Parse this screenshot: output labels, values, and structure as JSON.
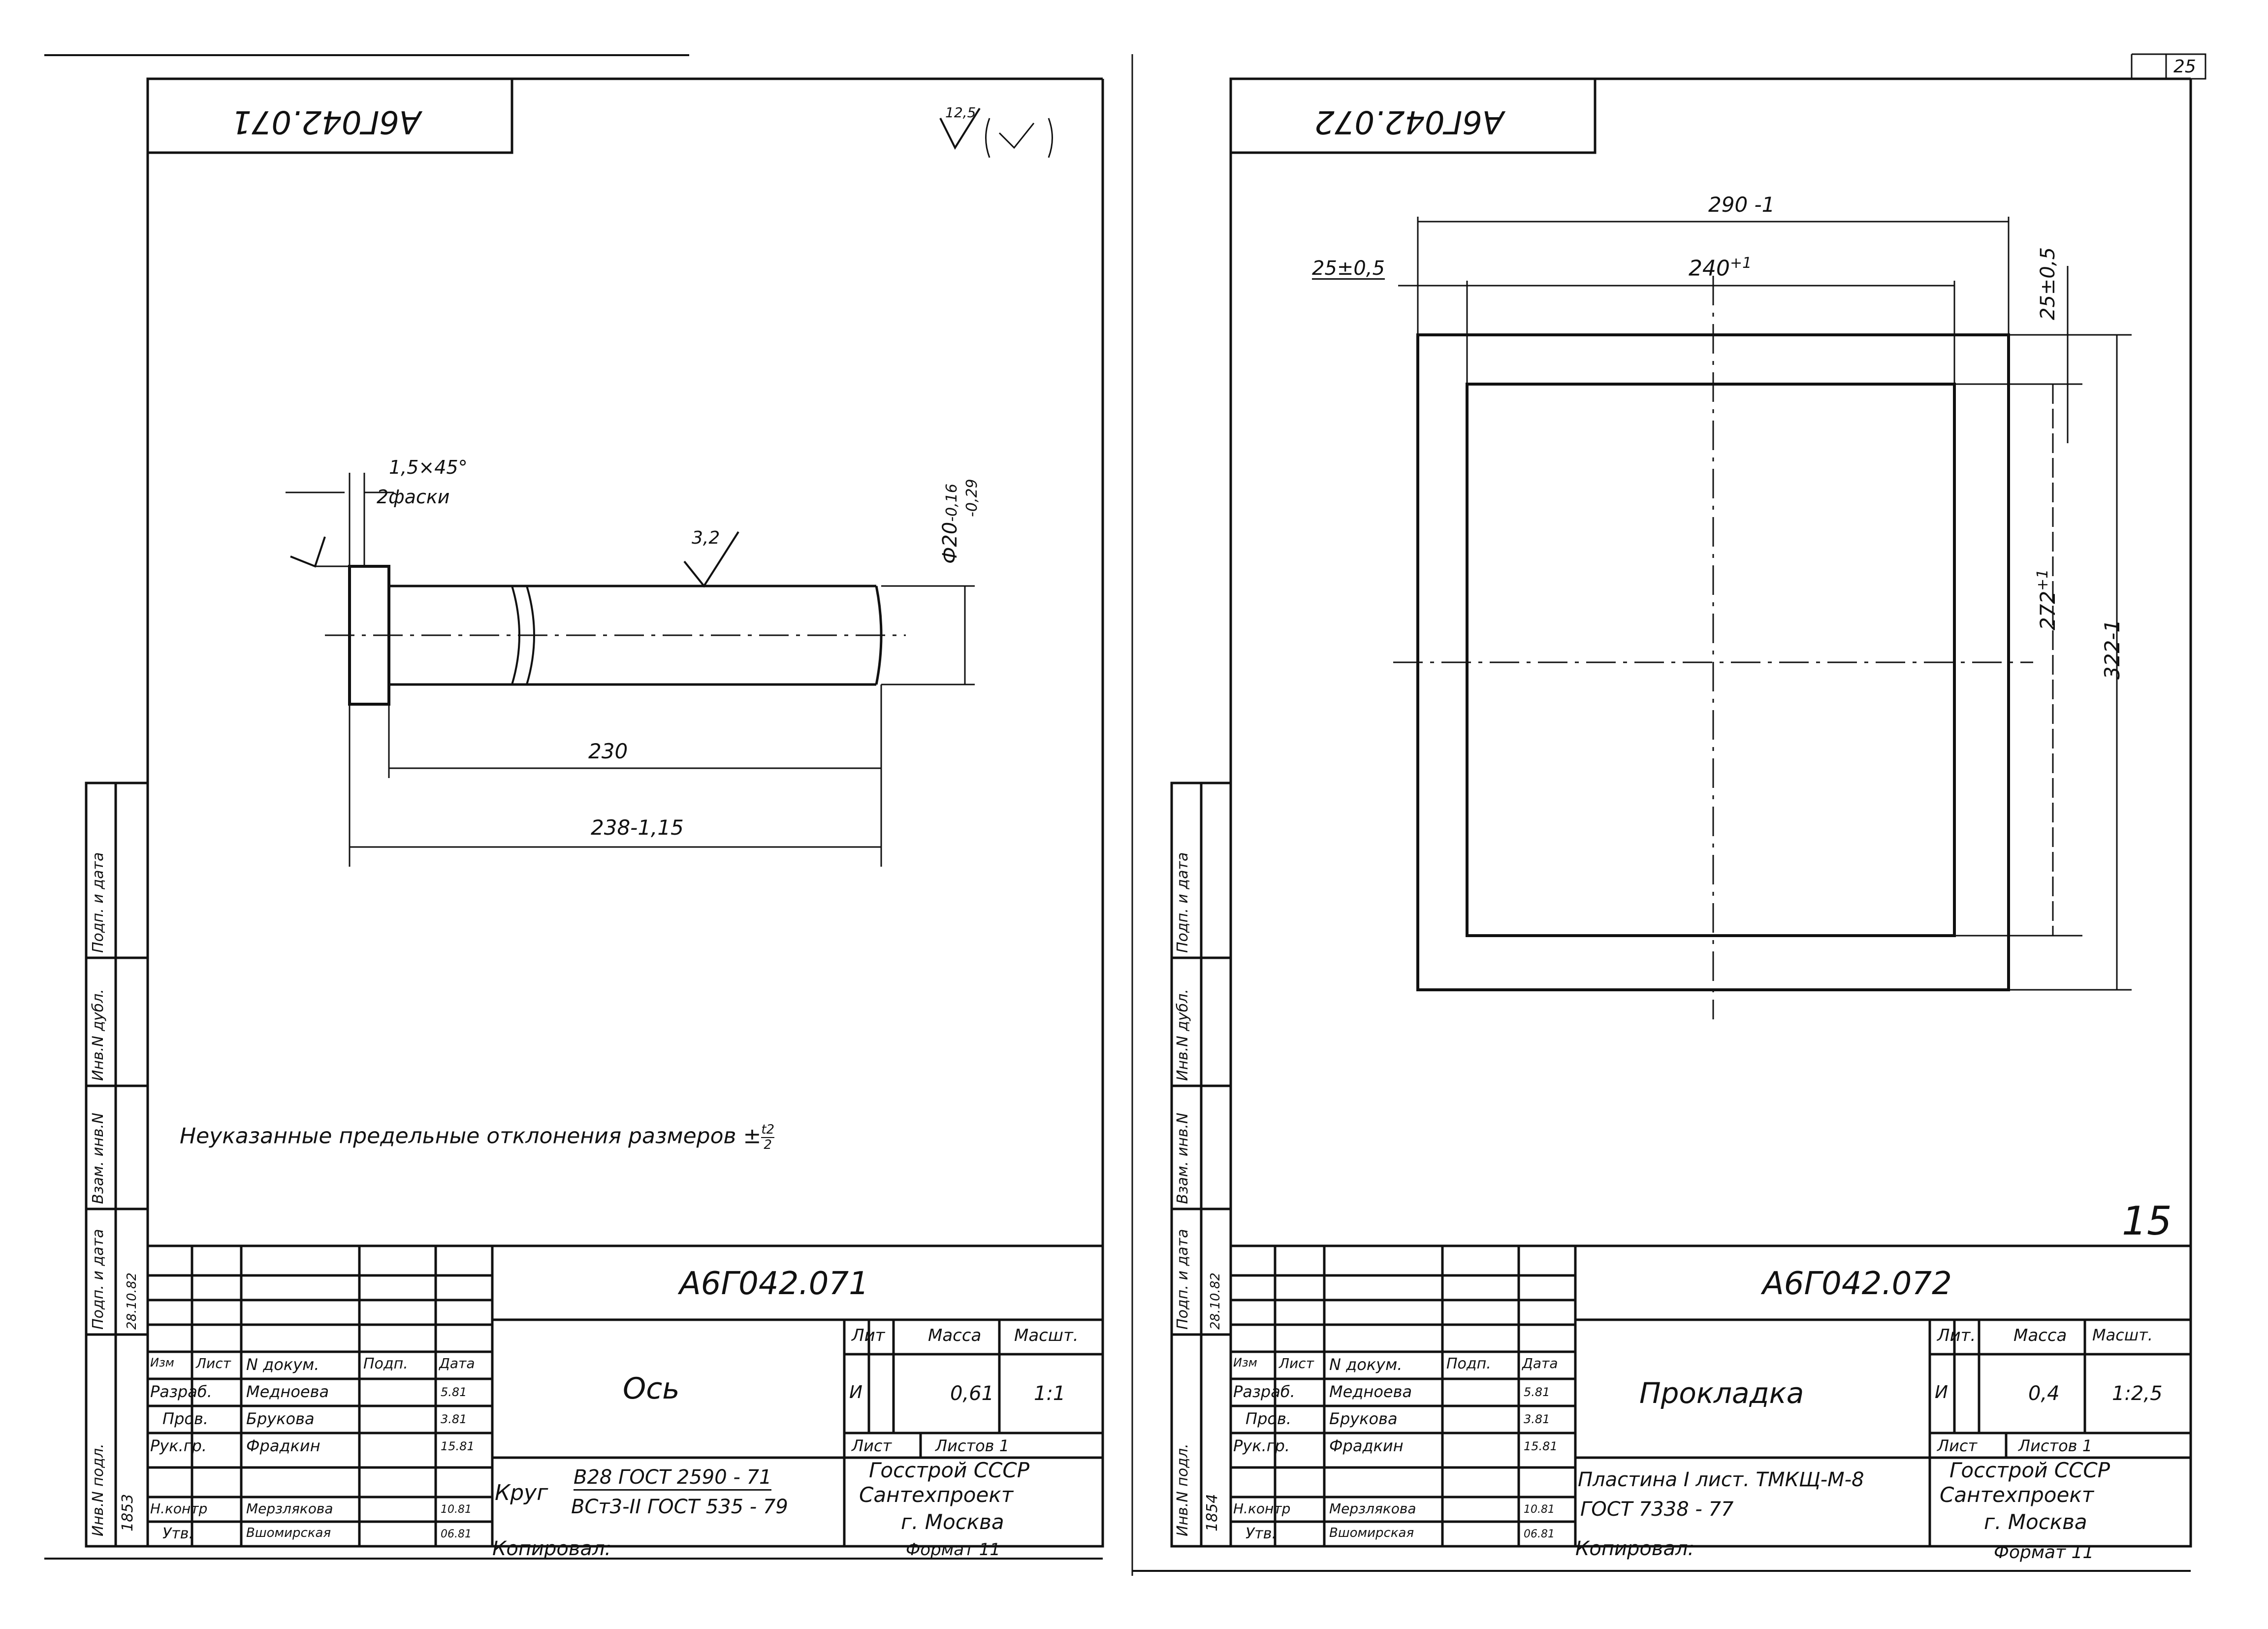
{
  "page_number": "25",
  "left": {
    "stamp_code": "А6Г042.071",
    "roughness_top": "12,5",
    "chamfer_label": "1,5×45°",
    "chamfer_count": "2фаски",
    "diameter_label": "Ф20",
    "diameter_tol_upper": "-0,16",
    "diameter_tol_lower": "-0,29",
    "surface_mark": "3,2",
    "dim_230": "230",
    "dim_238": "238-1,15",
    "note": "Неуказанные предельные отклонения размеров ±",
    "note_frac_num": "t2",
    "note_frac_den": "2",
    "side_labels": [
      "Инв.N подл.",
      "Подп. и дата",
      "Взам. инв.N",
      "Инв.N дубл.",
      "Подп. и дата"
    ],
    "side_values": {
      "inv": "1853",
      "date": "28.10.82"
    },
    "title": {
      "code": "А6Г042.071",
      "name": "Ось",
      "headers": {
        "izm": "Изм",
        "list": "Лист",
        "doc": "N докум.",
        "podp": "Подп.",
        "data": "Дата"
      },
      "rows": [
        {
          "role": "Разраб.",
          "name": "Медноева",
          "date": "5.81"
        },
        {
          "role": "Пров.",
          "name": "Брукова",
          "date": "3.81"
        },
        {
          "role": "Рук.гр.",
          "name": "Фрадкин",
          "date": "15.81"
        },
        {
          "role": "Н.контр",
          "name": "Мерзлякова",
          "date": "10.81"
        },
        {
          "role": "Утв.",
          "name": "Вшомирская",
          "date": "06.81"
        }
      ],
      "lit_header": "Лит",
      "mass_header": "Масса",
      "scale_header": "Масшт.",
      "lit": "И",
      "mass": "0,61",
      "scale": "1:1",
      "sheet_label": "Лист",
      "sheets_label": "Листов 1",
      "material_prefix": "Круг",
      "material_top": "В28 ГОСТ 2590 - 71",
      "material_bottom": "ВСт3-II ГОСТ 535 - 79",
      "org1": "Госстрой СССР",
      "org2": "Сантехпроект",
      "org3": "г. Москва"
    },
    "copied": "Копировал:",
    "format": "Формат 11"
  },
  "right": {
    "stamp_code": "А6Г042.072",
    "dim_290": "290 -1",
    "dim_25a": "25±0,5",
    "dim_240": "240",
    "dim_240_tol": "+1",
    "dim_25b": "25±0,5",
    "dim_272": "272",
    "dim_272_tol": "+1",
    "dim_322": "322-1",
    "mark": "15",
    "side_labels": [
      "Инв.N подл.",
      "Подп. и дата",
      "Взам. инв.N",
      "Инв.N дубл.",
      "Подп. и дата"
    ],
    "side_values": {
      "inv": "1854",
      "date": "28.10.82"
    },
    "title": {
      "code": "А6Г042.072",
      "name": "Прокладка",
      "headers": {
        "izm": "Изм",
        "list": "Лист",
        "doc": "N докум.",
        "podp": "Подп.",
        "data": "Дата"
      },
      "rows": [
        {
          "role": "Разраб.",
          "name": "Медноева",
          "date": "5.81"
        },
        {
          "role": "Пров.",
          "name": "Брукова",
          "date": "3.81"
        },
        {
          "role": "Рук.гр.",
          "name": "Фрадкин",
          "date": "15.81"
        },
        {
          "role": "Н.контр",
          "name": "Мерзлякова",
          "date": "10.81"
        },
        {
          "role": "Утв.",
          "name": "Вшомирская",
          "date": "06.81"
        }
      ],
      "lit_header": "Лит.",
      "mass_header": "Масса",
      "scale_header": "Масшт.",
      "lit": "И",
      "mass": "0,4",
      "scale": "1:2,5",
      "sheet_label": "Лист",
      "sheets_label": "Листов 1",
      "material_line1": "Пластина I лист. ТМКЩ-М-8",
      "material_line2": "ГОСТ 7338 - 77",
      "org1": "Госстрой СССР",
      "org2": "Сантехпроект",
      "org3": "г. Москва"
    },
    "copied": "Копировал:",
    "format": "Формат 11"
  }
}
